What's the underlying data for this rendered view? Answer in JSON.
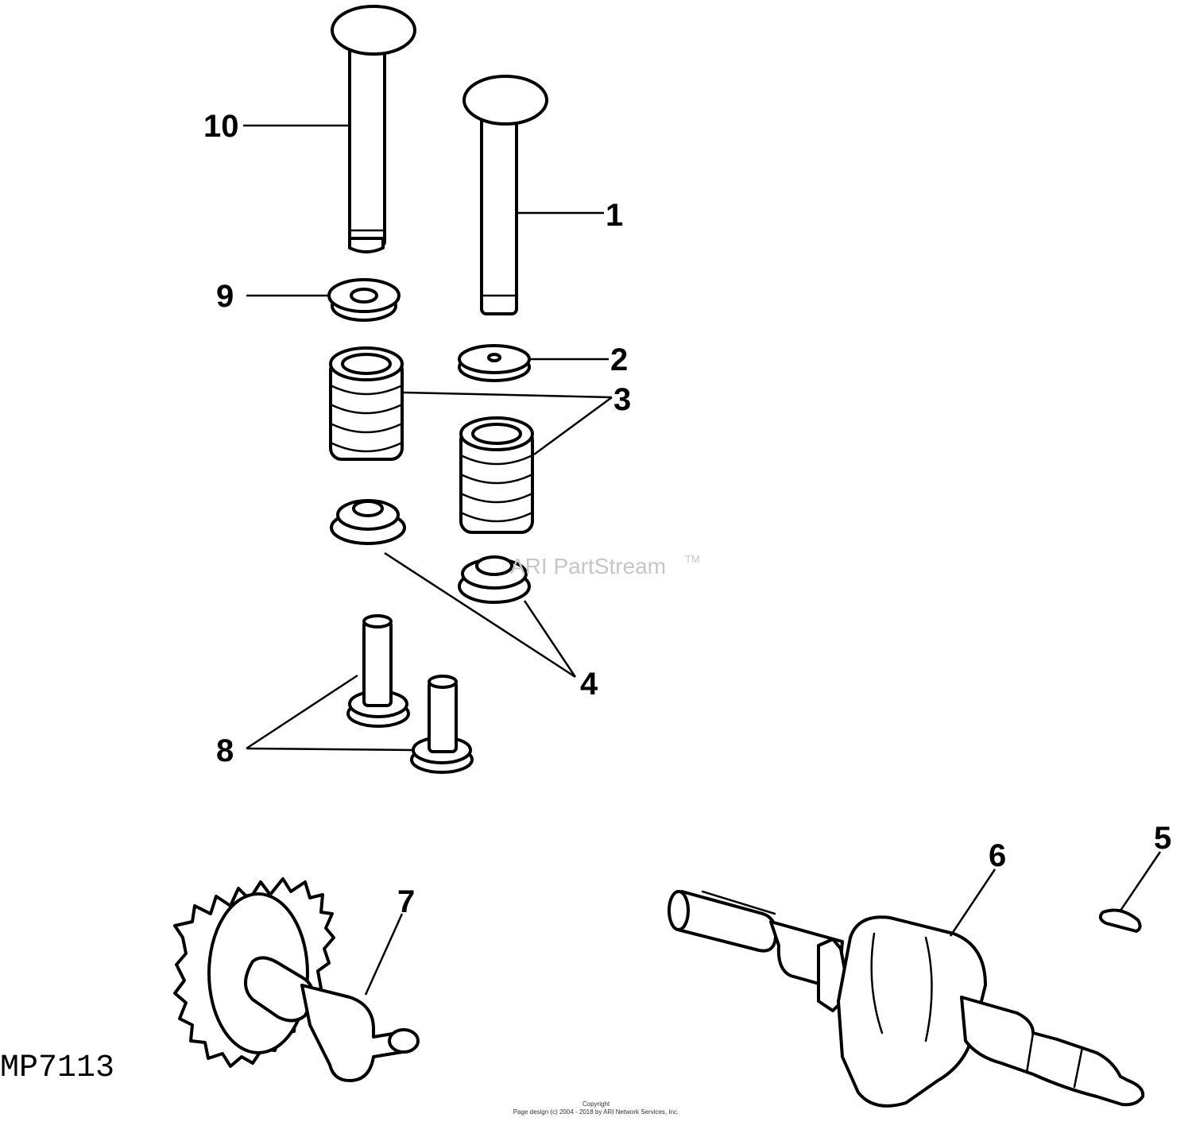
{
  "figure_number": "MP7113",
  "watermark": {
    "text": "ARI PartStream",
    "mark": "TM"
  },
  "copyright": {
    "line1": "Copyright",
    "line2": "Page design (c) 2004 - 2018 by ARI Network Services, Inc."
  },
  "callouts": [
    {
      "id": "1",
      "label": "1"
    },
    {
      "id": "2",
      "label": "2"
    },
    {
      "id": "3",
      "label": "3"
    },
    {
      "id": "4",
      "label": "4"
    },
    {
      "id": "5",
      "label": "5"
    },
    {
      "id": "6",
      "label": "6"
    },
    {
      "id": "7",
      "label": "7"
    },
    {
      "id": "8",
      "label": "8"
    },
    {
      "id": "9",
      "label": "9"
    },
    {
      "id": "10",
      "label": "10"
    }
  ]
}
